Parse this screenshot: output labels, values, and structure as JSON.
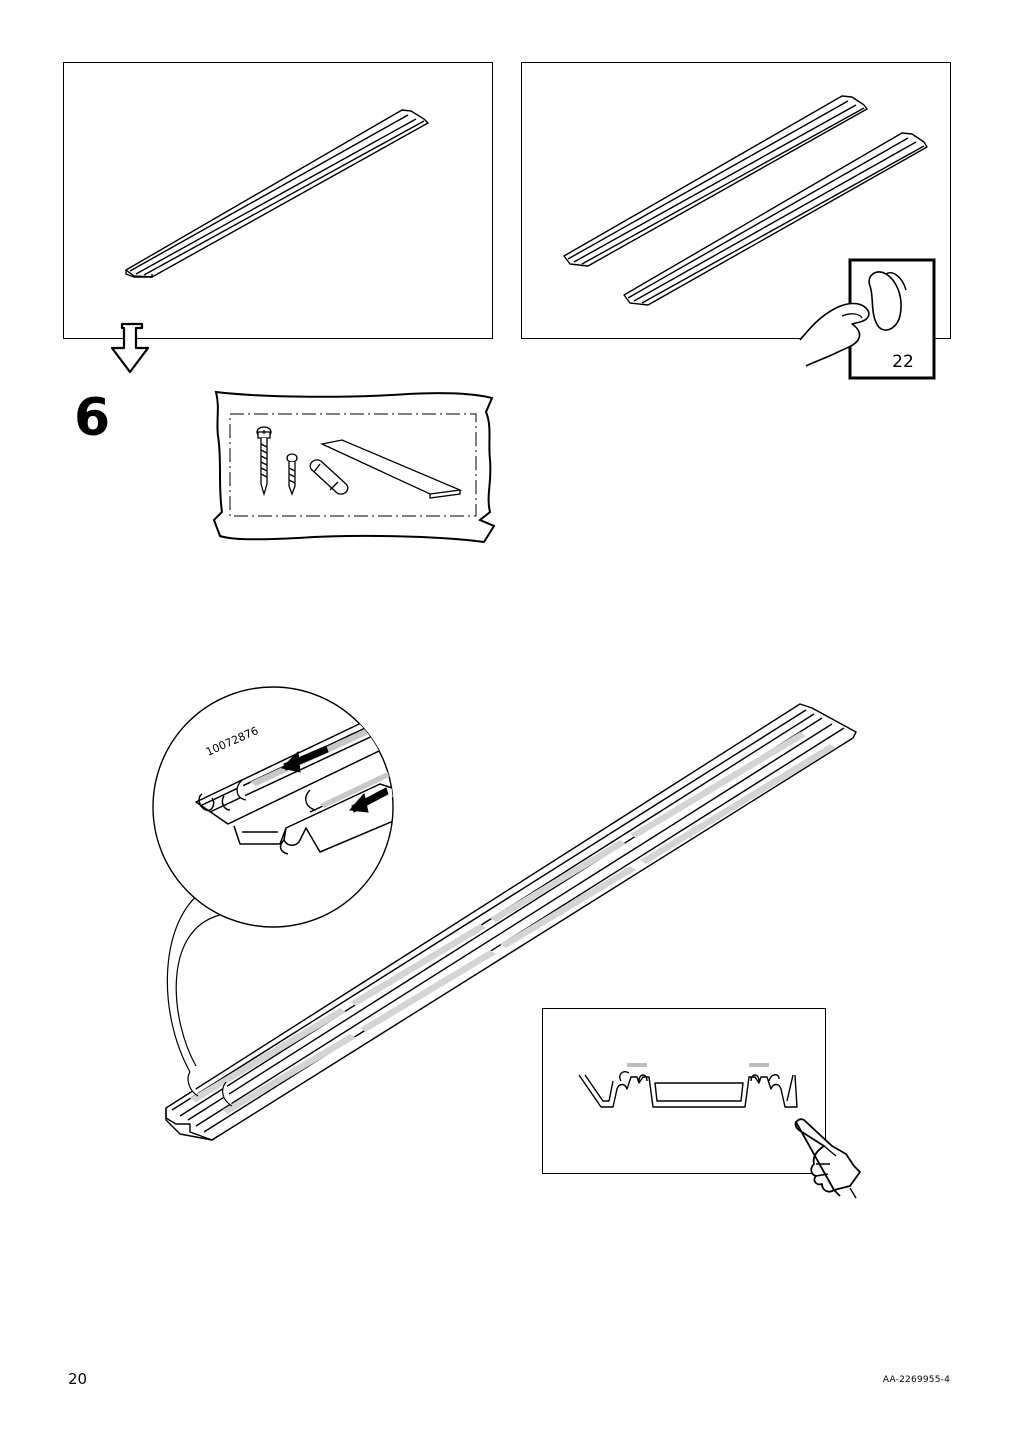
{
  "step": {
    "number": "6"
  },
  "reference": {
    "page": "22"
  },
  "zoom_detail": {
    "part_number": "10072876"
  },
  "footer": {
    "page_number": "20",
    "doc_code": "AA-2269955-4"
  },
  "icons": [
    "down-arrow-icon",
    "turn-page-icon",
    "screw-icon",
    "dowel-icon",
    "pointing-hand-icon",
    "peel-arrow-icon"
  ]
}
